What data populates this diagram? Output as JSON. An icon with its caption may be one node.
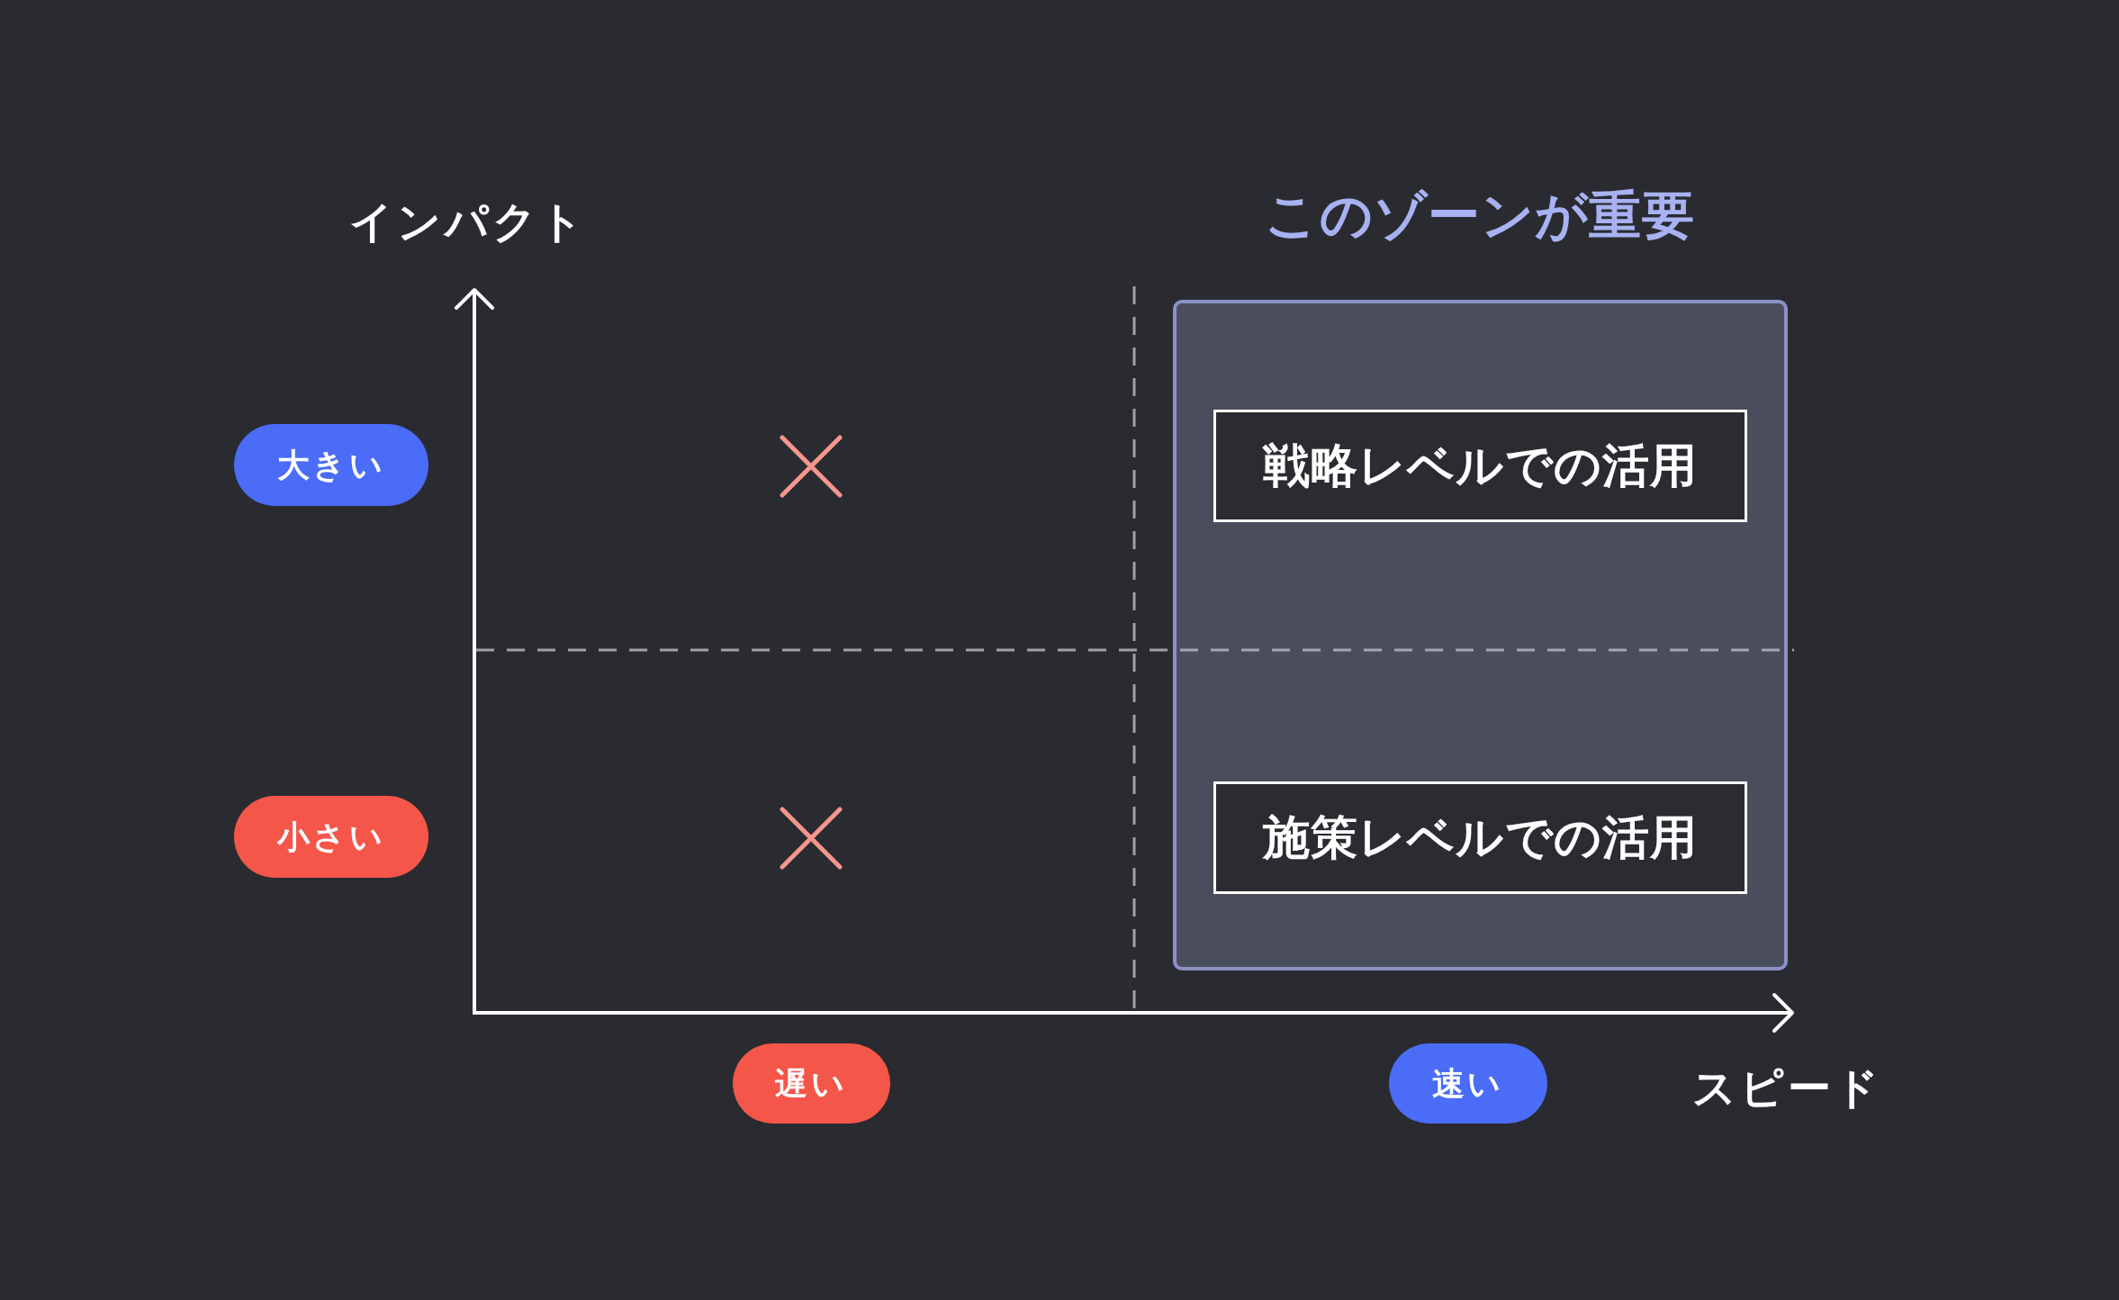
{
  "diagram": {
    "nodes": [
      {
        "text": [
          "このゾーンが重要"
        ]
      },
      {
        "text": [
          "戦略レベルでの活用"
        ],
        "in": 0
      },
      {
        "text": [
          "施策レベルでの活用"
        ],
        "in": 0
      },
      {
        "text": [
          "大きい"
        ]
      },
      {
        "text": [
          "小さい"
        ]
      },
      {
        "text": [
          "遅い"
        ]
      },
      {
        "text": [
          "速い"
        ]
      }
    ],
    "labels": [
      "インパクト",
      "スピード"
    ]
  }
}
